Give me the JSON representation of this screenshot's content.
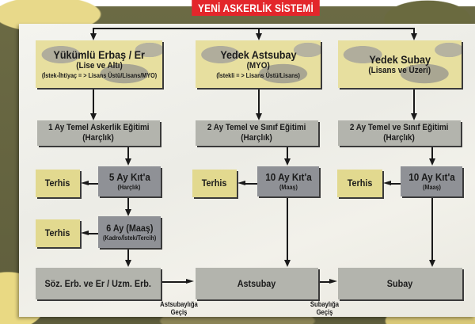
{
  "title": "YENİ ASKERLİK SİSTEMİ",
  "colors": {
    "banner": "#e3262b",
    "panel": "#f0efe9",
    "training_box": "#b3b4ad",
    "unit_box": "#8f9196",
    "discharge_box": "#e2d98f",
    "camo_light": "#e7df9f",
    "camo_dark": "#5f5e3c"
  },
  "columns": [
    {
      "header": {
        "title": "Yükümlü Erbaş / Er",
        "subtitle": "(Lise ve Altı)",
        "note": "(İstek-İhtiyaç = > Lisans Üstü/Lisans/MYO)"
      },
      "training": {
        "title": "1 Ay Temel Askerlik Eğitimi",
        "subtitle": "(Harçlık)"
      },
      "service": {
        "title": "5 Ay Kıt'a",
        "subtitle": "(Harçlık)"
      },
      "discharge": "Terhis",
      "extension": {
        "title": "6 Ay (Maaş)",
        "subtitle": "(Kadro/İstek/Tercih)"
      },
      "extension_discharge": "Terhis",
      "final": "Söz. Erb. ve Er / Uzm. Erb."
    },
    {
      "header": {
        "title": "Yedek Astsubay",
        "subtitle": "(MYO)",
        "note": "(İstekli = > Lisans Üstü/Lisans)"
      },
      "training": {
        "title": "2 Ay Temel ve Sınıf Eğitimi",
        "subtitle": "(Harçlık)"
      },
      "service": {
        "title": "10 Ay Kıt'a",
        "subtitle": "(Maaş)"
      },
      "discharge": "Terhis",
      "final": "Astsubay"
    },
    {
      "header": {
        "title": "Yedek Subay",
        "subtitle": "(Lisans ve Üzeri)"
      },
      "training": {
        "title": "2 Ay Temel ve Sınıf Eğitimi",
        "subtitle": "(Harçlık)"
      },
      "service": {
        "title": "10 Ay Kıt'a",
        "subtitle": "(Maaş)"
      },
      "discharge": "Terhis",
      "final": "Subay"
    }
  ],
  "transitions": [
    {
      "from": "Söz. Erb. ve Er / Uzm. Erb.",
      "to": "Astsubay",
      "label_line1": "Astsubaylığa",
      "label_line2": "Geçiş"
    },
    {
      "from": "Astsubay",
      "to": "Subay",
      "label_line1": "Subaylığa",
      "label_line2": "Geçiş"
    }
  ]
}
